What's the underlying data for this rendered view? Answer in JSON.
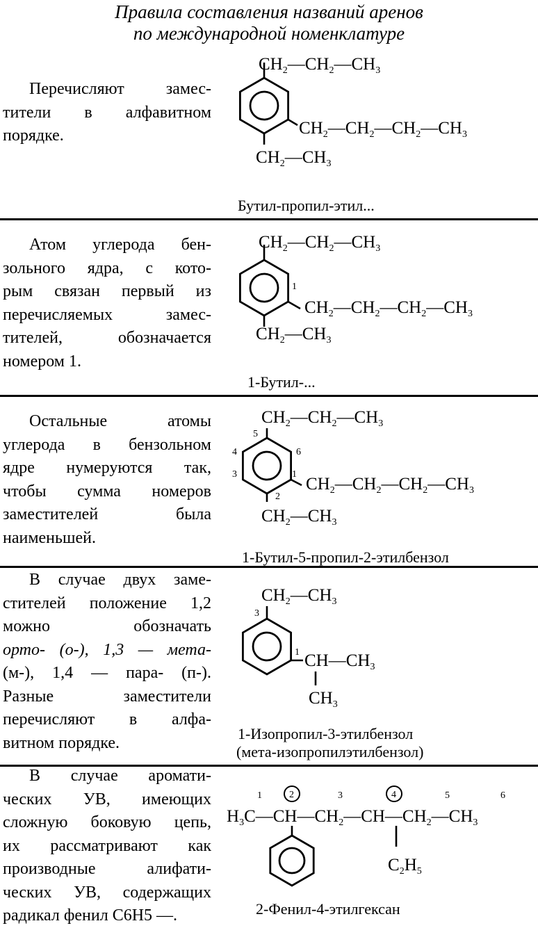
{
  "title": {
    "line1": "Правила составления названий аренов",
    "line2": "по международной номенклатуре"
  },
  "rules": [
    {
      "text_lines": [
        "Перечисляют замес-",
        "тители в алфавитном",
        "порядке."
      ],
      "formula": {
        "top": "CH2—CH2—CH3",
        "right": "CH2—CH2—CH2—CH3",
        "bottom": "CH2—CH3"
      },
      "caption": "Бутил-пропил-этил..."
    },
    {
      "text_lines": [
        "Атом углерода бен-",
        "зольного ядра, с кото-",
        "рым связан первый из",
        "перечисляемых замес-",
        "тителей, обозначается",
        "номером 1."
      ],
      "formula": {
        "top": "CH2—CH2—CH3",
        "right": "CH2—CH2—CH2—CH3",
        "bottom": "CH2—CH3",
        "ring_number": "1"
      },
      "caption": "1-Бутил-..."
    },
    {
      "text_lines": [
        "Остальные атомы",
        "углерода в бензольном",
        "ядре нумеруются так,",
        "чтобы сумма номеров",
        "заместителей была",
        "наименьшей."
      ],
      "formula": {
        "top": "CH2—CH2—CH3",
        "right": "CH2—CH2—CH2—CH3",
        "bottom": "CH2—CH3",
        "ring_numbers": [
          "1",
          "2",
          "3",
          "4",
          "5",
          "6"
        ]
      },
      "caption": "1-Бутил-5-пропил-2-этилбензол"
    },
    {
      "text_lines": [
        "В случае двух заме-",
        "стителей положение 1,2",
        "можно обозначать",
        "орто- (о-), 1,3 — мета-",
        "(м-), 1,4 — пара- (п-).",
        "Разные заместители",
        "перечисляют в алфа-",
        "витном порядке."
      ],
      "formula": {
        "top": "CH2—CH3",
        "right": "CH—CH3",
        "below": "CH3",
        "ring_numbers": [
          "1",
          "3"
        ]
      },
      "caption_line1": "1-Изопропил-3-этилбензол",
      "caption_line2": "(мета-изопропилэтилбензол)"
    },
    {
      "text_lines": [
        "В случае аромати-",
        "ческих УВ, имеющих",
        "сложную боковую цепь,",
        "их рассматривают как",
        "производные алифати-",
        "ческих УВ, содержащих",
        "радикал фенил C6H5 —."
      ],
      "formula": {
        "chain": "H3C—CH—CH2—CH—CH2—CH3",
        "branch": "C2H5",
        "numbers": [
          "1",
          "2",
          "3",
          "4",
          "5",
          "6"
        ]
      },
      "caption": "2-Фенил-4-этилгексан"
    }
  ]
}
